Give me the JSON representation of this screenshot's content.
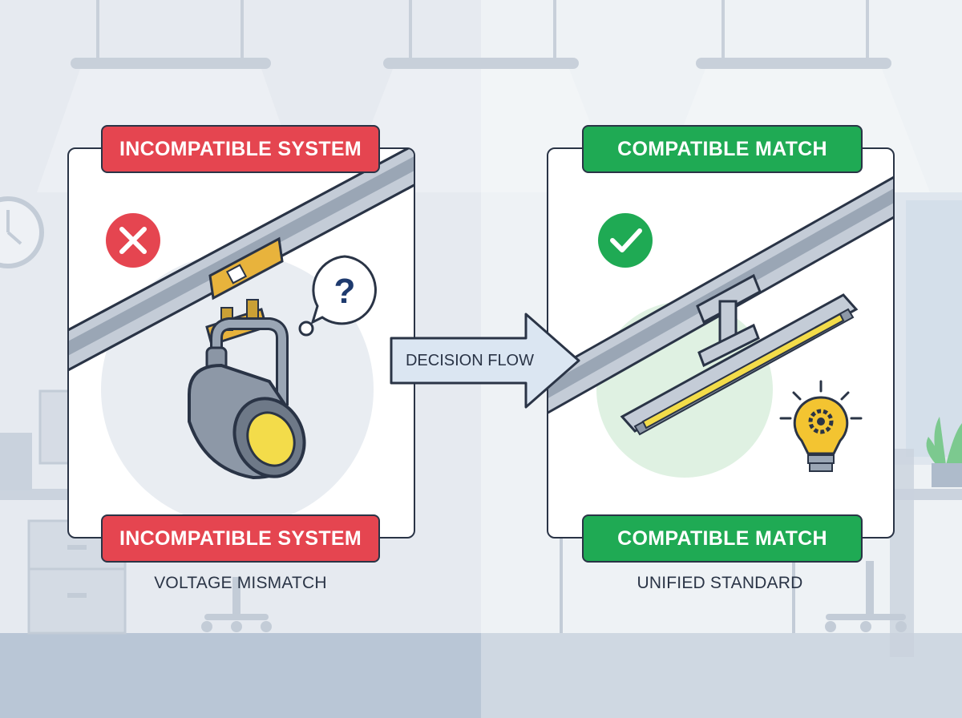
{
  "left": {
    "top_badge": "INCOMPATIBLE SYSTEM",
    "bottom_badge": "INCOMPATIBLE SYSTEM",
    "caption": "VOLTAGE MISMATCH",
    "status_icon": "x-mark-icon",
    "question_icon": "question-bubble-icon",
    "status_color": "#e54550"
  },
  "right": {
    "top_badge": "COMPATIBLE MATCH",
    "bottom_badge": "COMPATIBLE MATCH",
    "caption": "UNIFIED STANDARD",
    "status_icon": "check-mark-icon",
    "bulb_icon": "lightbulb-gear-icon",
    "status_color": "#1faa54"
  },
  "arrow": {
    "label": "DECISION FLOW",
    "icon": "arrow-right-icon"
  }
}
